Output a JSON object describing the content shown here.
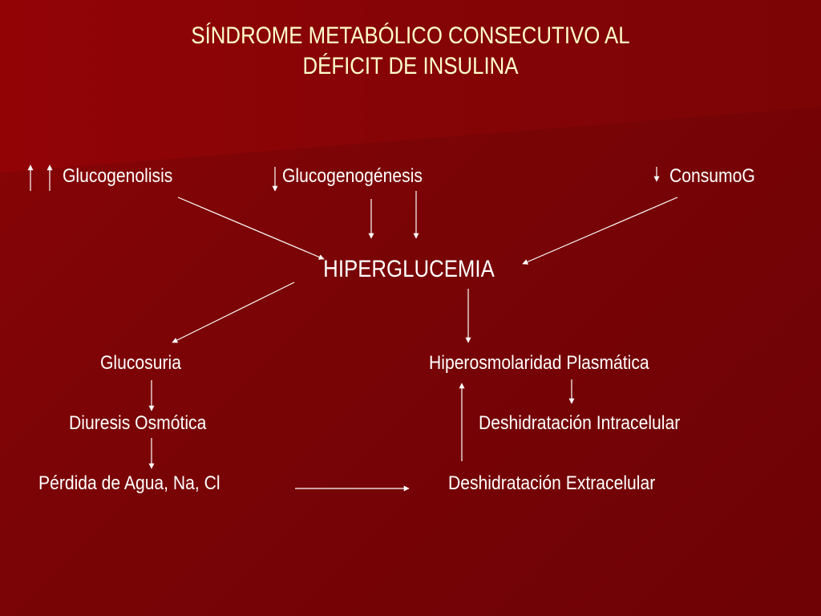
{
  "slide": {
    "title_line1": "SÍNDROME METABÓLICO CONSECUTIVO AL",
    "title_line2": "DÉFICIT DE INSULINA"
  },
  "nodes": {
    "glucogenolisis": "Glucogenolisis",
    "glucogenogenesis": "Glucogenogénesis",
    "consumo_g": "ConsumoG",
    "hiperglucemia": "HIPERGLUCEMIA",
    "glucosuria": "Glucosuria",
    "hiperosmolaridad": "Hiperosmolaridad Plasmática",
    "diuresis": "Diuresis Osmótica",
    "deshidratacion_intracelular": "Deshidratación Intracelular",
    "perdida": "Pérdida de Agua, Na, Cl",
    "deshidratacion_extracelular": "Deshidratación Extracelular"
  },
  "colors": {
    "background": "#740404",
    "title": "#ffffcc",
    "text": "#ffffff"
  }
}
